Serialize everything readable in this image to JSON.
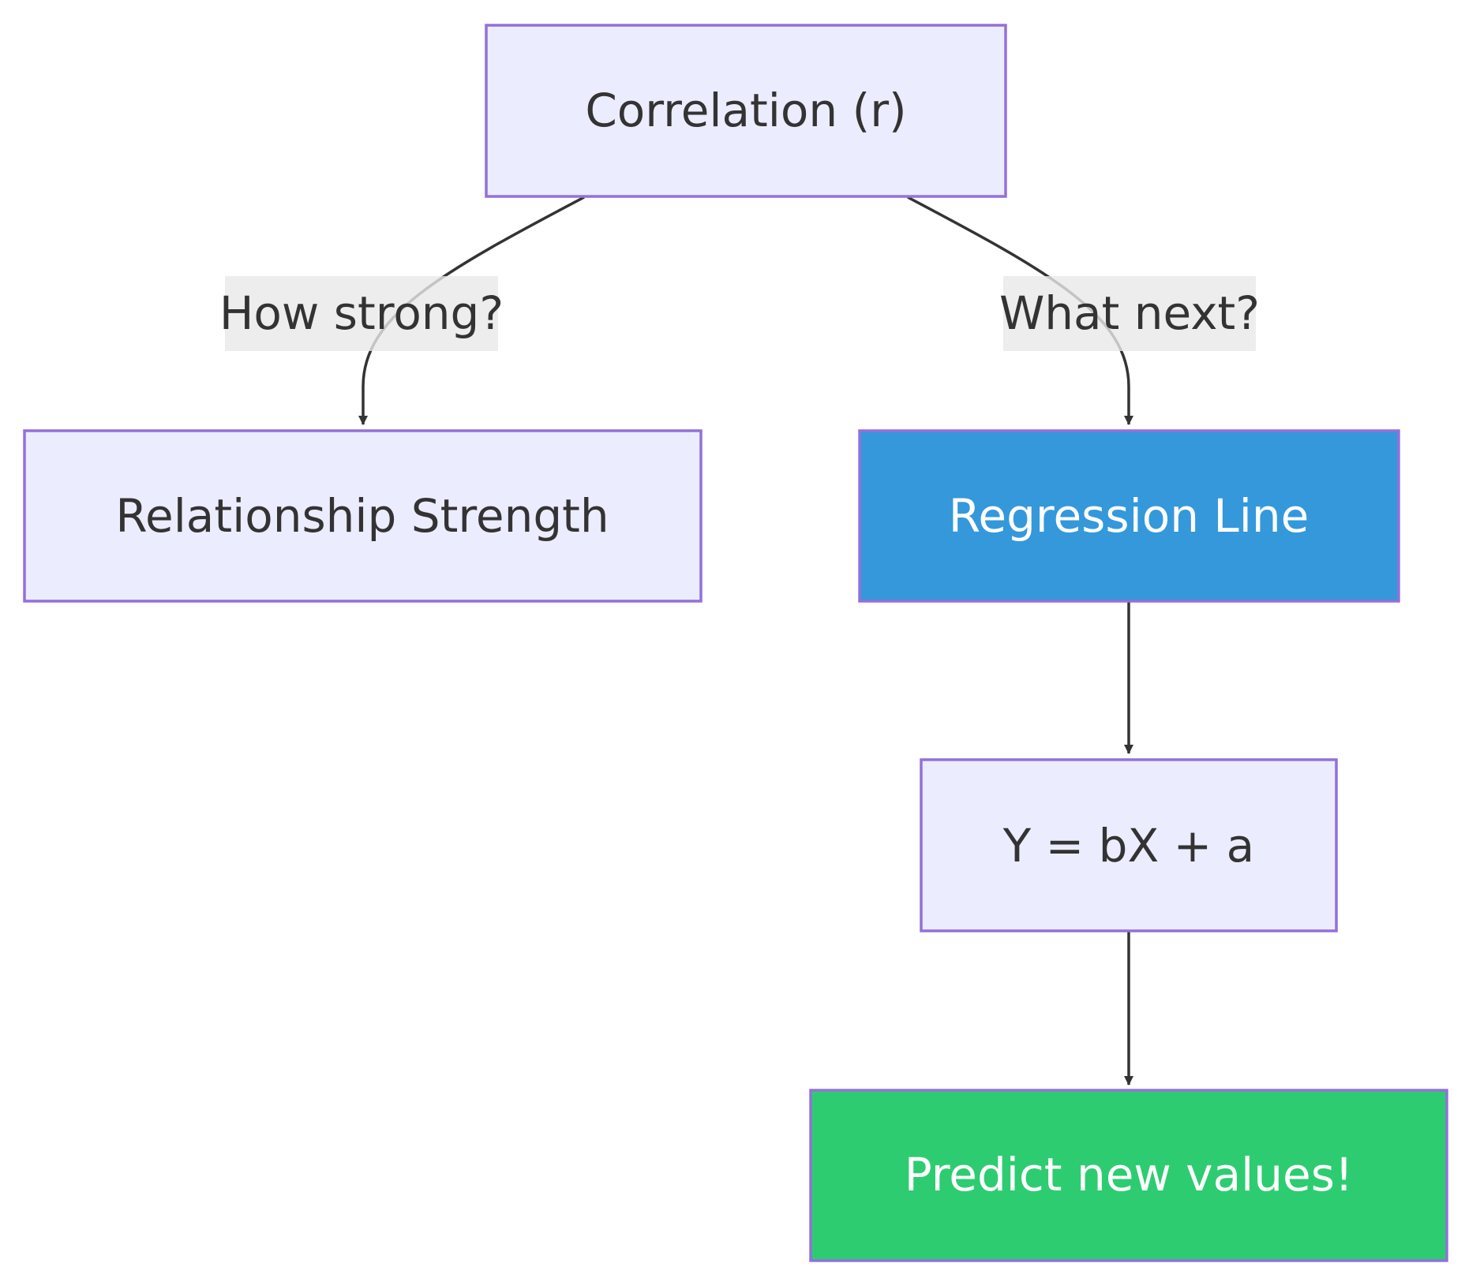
{
  "nodes": {
    "correlation": {
      "label": "Correlation (r)"
    },
    "strength": {
      "label": "Relationship Strength"
    },
    "regression": {
      "label": "Regression Line"
    },
    "equation": {
      "label": "Y = bX + a"
    },
    "predict": {
      "label": "Predict new values!"
    }
  },
  "edges": {
    "correlation_to_strength": {
      "label": "How strong?"
    },
    "correlation_to_regression": {
      "label": "What next?"
    },
    "regression_to_equation": {
      "label": ""
    },
    "equation_to_predict": {
      "label": ""
    }
  },
  "colors": {
    "default_fill": "#ECECFF",
    "border": "#9370DB",
    "regression_fill": "#3498DB",
    "predict_fill": "#2ECC71",
    "edge": "#333333",
    "edge_label_bg": "#E8E8E8",
    "text_dark": "#333333",
    "text_light": "#FFFFFF"
  }
}
